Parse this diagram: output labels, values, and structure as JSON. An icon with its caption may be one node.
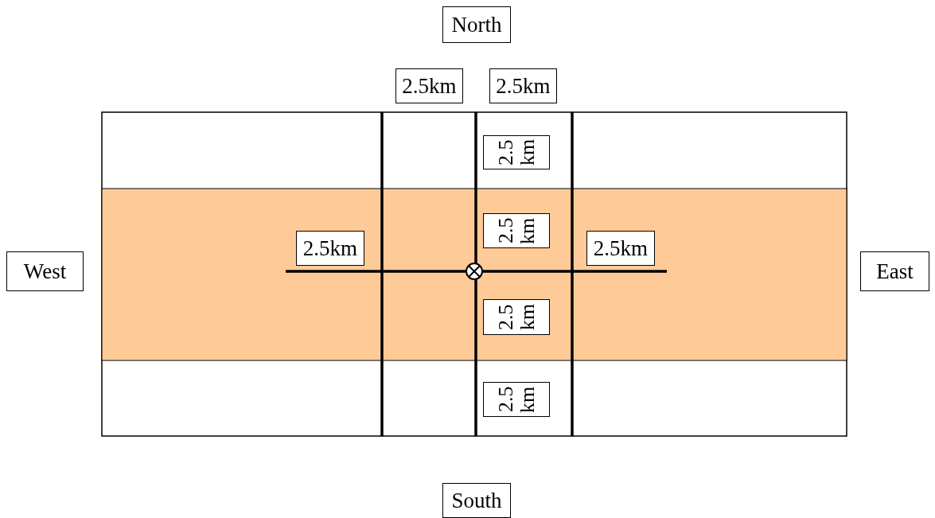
{
  "diagram": {
    "nodes": [
      {
        "text": [
          "North"
        ]
      },
      {
        "text": [
          "2.5km"
        ]
      },
      {
        "text": [
          "2.5km"
        ]
      },
      {
        "text": [
          "2.5 km"
        ]
      },
      {
        "text": [
          "2.5 km"
        ]
      },
      {
        "text": [
          "2.5km"
        ]
      },
      {
        "text": [
          "2.5km"
        ]
      },
      {
        "text": [
          "West"
        ]
      },
      {
        "text": [
          "East"
        ]
      },
      {
        "text": [
          "2.5 km"
        ]
      },
      {
        "text": [
          "2.5 km"
        ]
      },
      {
        "text": [
          "South"
        ]
      }
    ],
    "edges": []
  }
}
